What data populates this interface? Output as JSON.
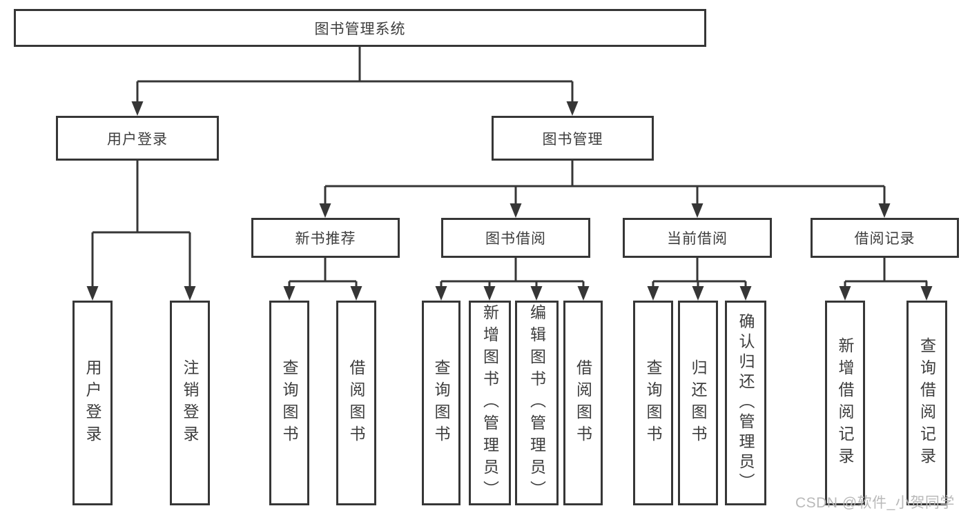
{
  "page": {
    "background": "#ffffff",
    "line_color": "#363636",
    "text_color": "#3d3d3d",
    "watermark_color": "#b9b9b9"
  },
  "tree": {
    "root": {
      "label": "图书管理系统"
    },
    "branches": [
      {
        "label": "用户登录",
        "children": [
          {
            "label": "用户登录"
          },
          {
            "label": "注销登录"
          }
        ]
      },
      {
        "label": "图书管理",
        "children": [
          {
            "label": "新书推荐",
            "children": [
              {
                "label": "查询图书"
              },
              {
                "label": "借阅图书"
              }
            ]
          },
          {
            "label": "图书借阅",
            "children": [
              {
                "label": "查询图书"
              },
              {
                "label": "新增图书（管理员）"
              },
              {
                "label": "编辑图书（管理员）"
              },
              {
                "label": "借阅图书"
              }
            ]
          },
          {
            "label": "当前借阅",
            "children": [
              {
                "label": "查询图书"
              },
              {
                "label": "归还图书"
              },
              {
                "label": "确认归还（管理员）"
              }
            ]
          },
          {
            "label": "借阅记录",
            "children": [
              {
                "label": "新增借阅记录"
              },
              {
                "label": "查询借阅记录"
              }
            ]
          }
        ]
      }
    ]
  },
  "watermark": {
    "text": "CSDN @软件_小贺同学"
  }
}
